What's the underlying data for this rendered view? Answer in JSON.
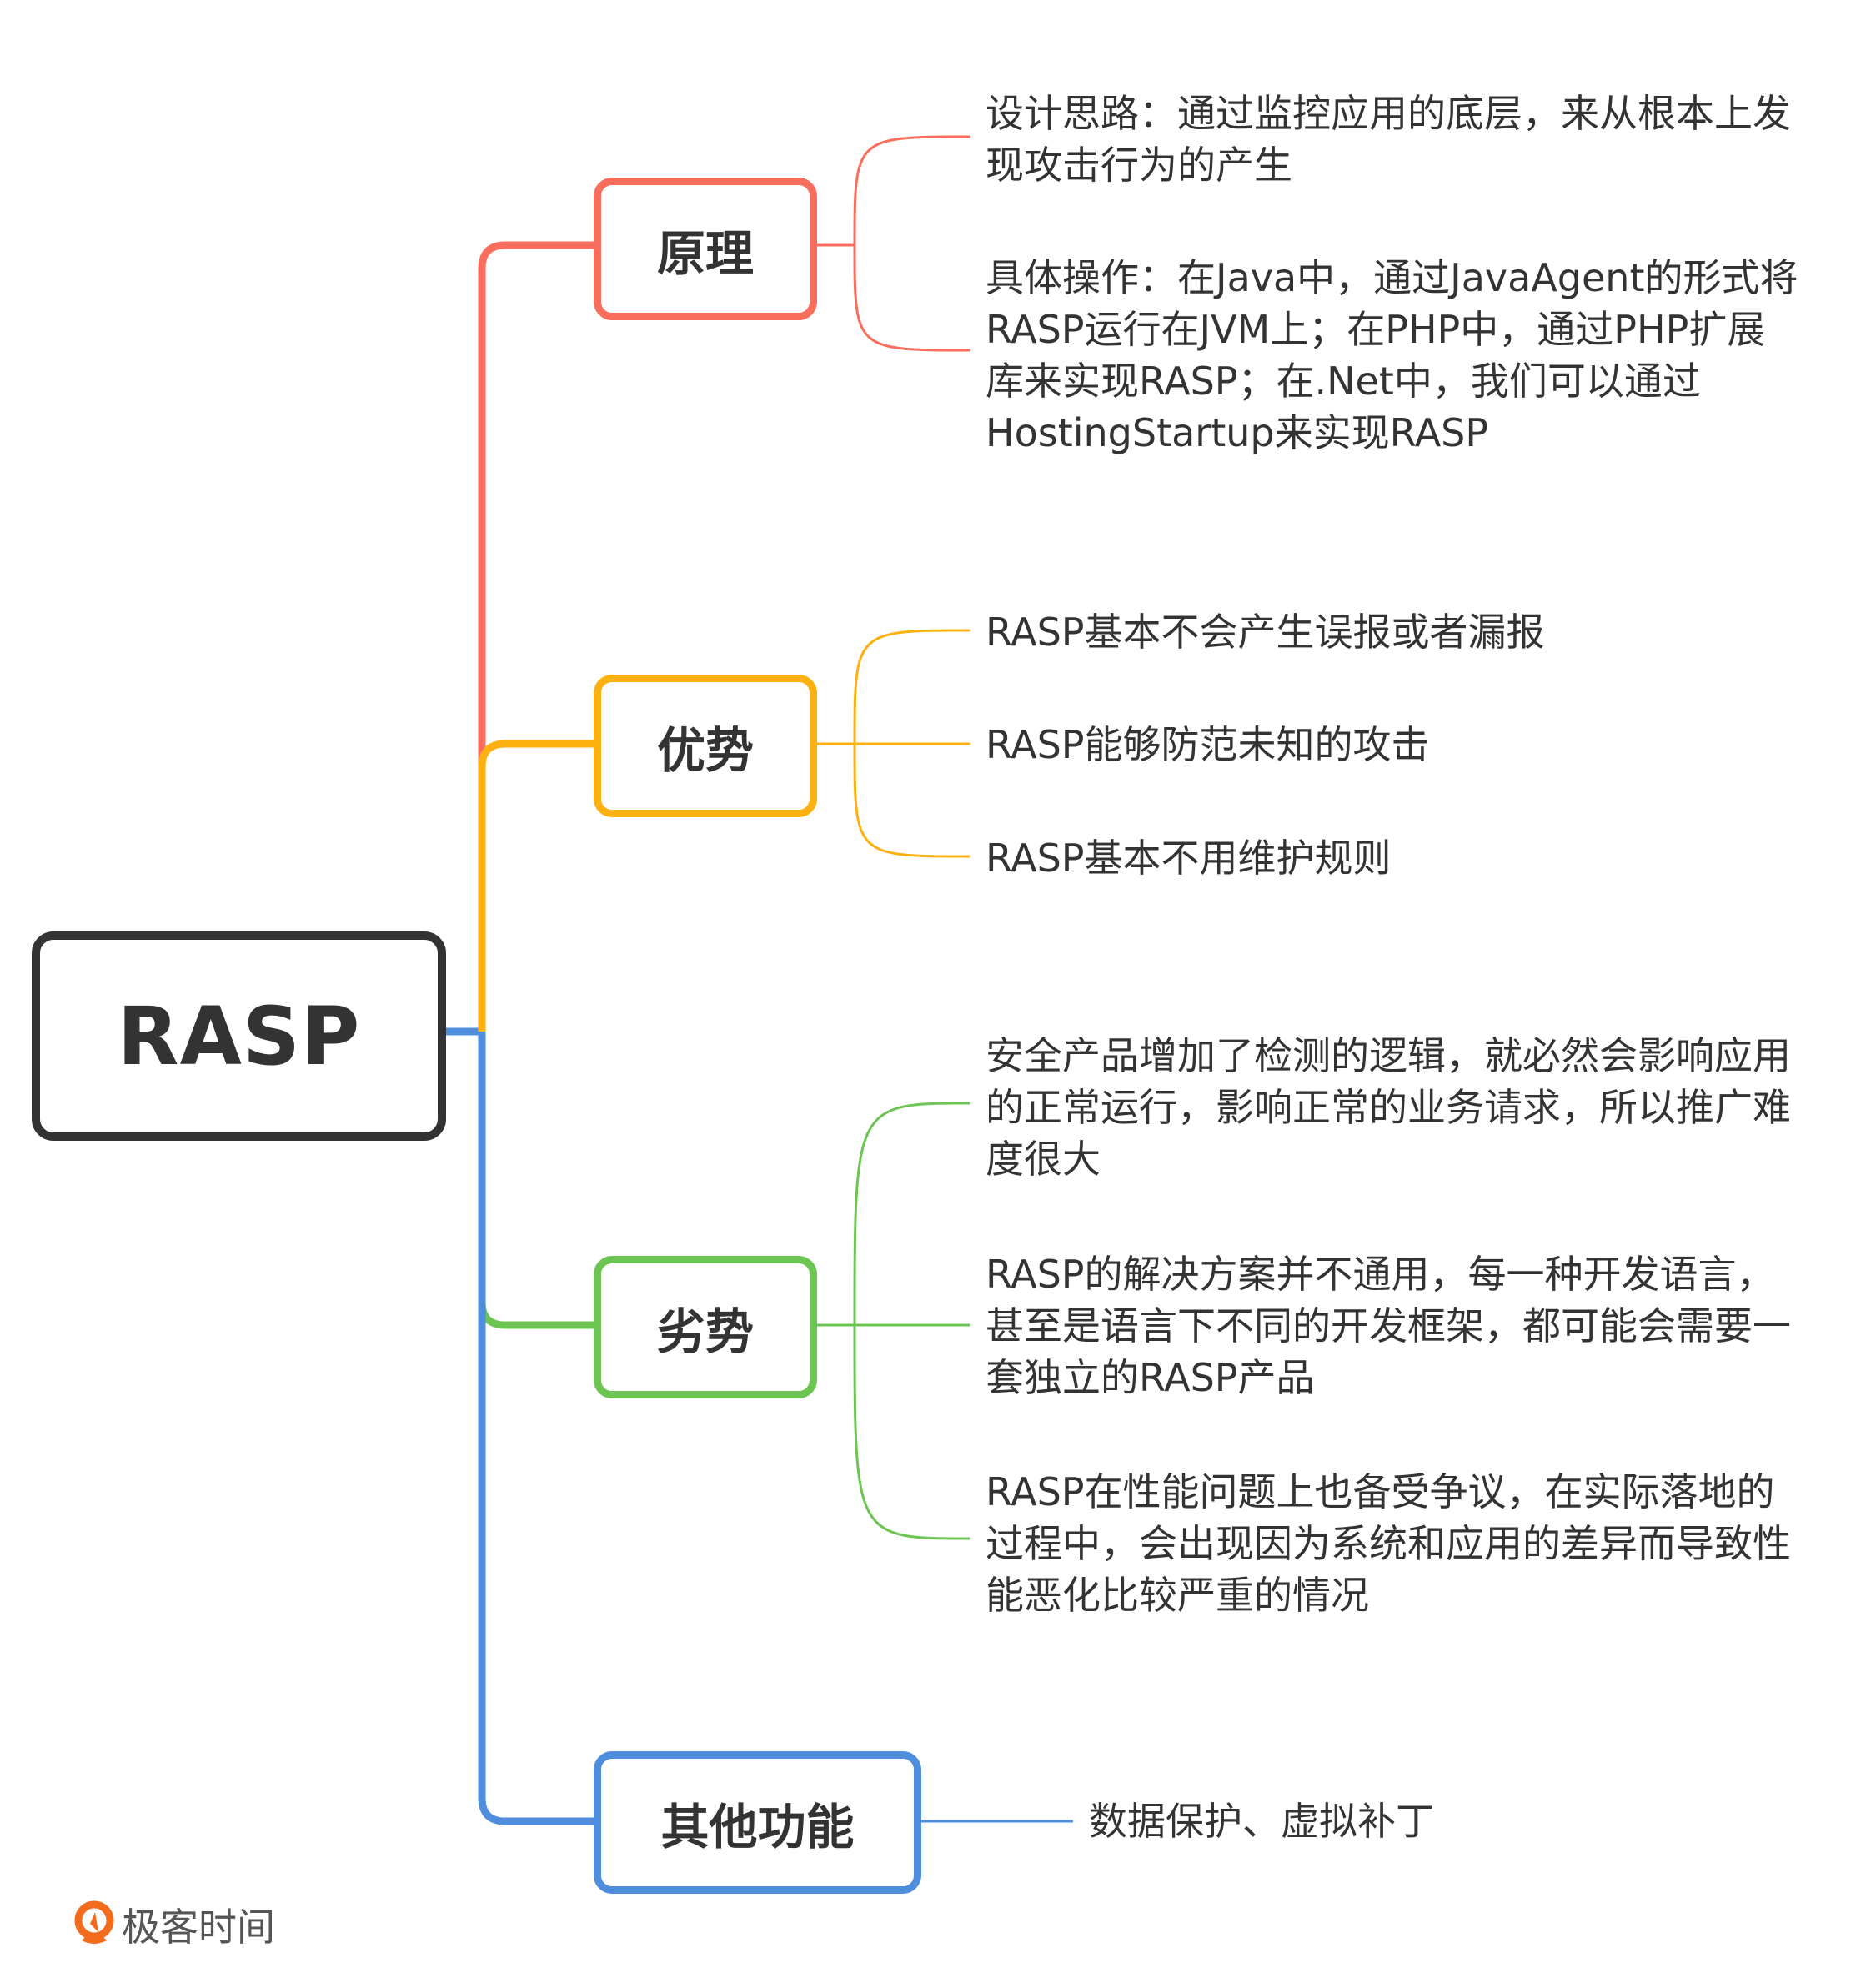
{
  "root": {
    "label": "RASP",
    "color": "#333333"
  },
  "branches": [
    {
      "label": "原理",
      "color": "#F96D5C",
      "leaves": [
        [
          "设计思路：通过监控应用的底层，来从根本上发",
          "现攻击行为的产生"
        ],
        [
          "具体操作：在Java中，通过JavaAgent的形式将",
          "RASP运行在JVM上；在PHP中，通过PHP扩展",
          "库来实现RASP；在.Net中，我们可以通过",
          "HostingStartup来实现RASP"
        ]
      ]
    },
    {
      "label": "优势",
      "color": "#FDB111",
      "leaves": [
        [
          "RASP基本不会产生误报或者漏报"
        ],
        [
          "RASP能够防范未知的攻击"
        ],
        [
          "RASP基本不用维护规则"
        ]
      ]
    },
    {
      "label": "劣势",
      "color": "#6CC552",
      "leaves": [
        [
          "安全产品增加了检测的逻辑，就必然会影响应用",
          "的正常运行，影响正常的业务请求，所以推广难",
          "度很大"
        ],
        [
          "RASP的解决方案并不通用，每一种开发语言，",
          "甚至是语言下不同的开发框架，都可能会需要一",
          "套独立的RASP产品"
        ],
        [
          "RASP在性能问题上也备受争议，在实际落地的",
          "过程中，会出现因为系统和应用的差异而导致性",
          "能恶化比较严重的情况"
        ]
      ]
    },
    {
      "label": "其他功能",
      "color": "#4F8EDC",
      "leaves": [
        [
          "数据保护、虚拟补丁"
        ]
      ]
    }
  ],
  "logo": {
    "text": "极客时间",
    "icon": "geektime-logo-icon",
    "color": "#F36B1C"
  }
}
